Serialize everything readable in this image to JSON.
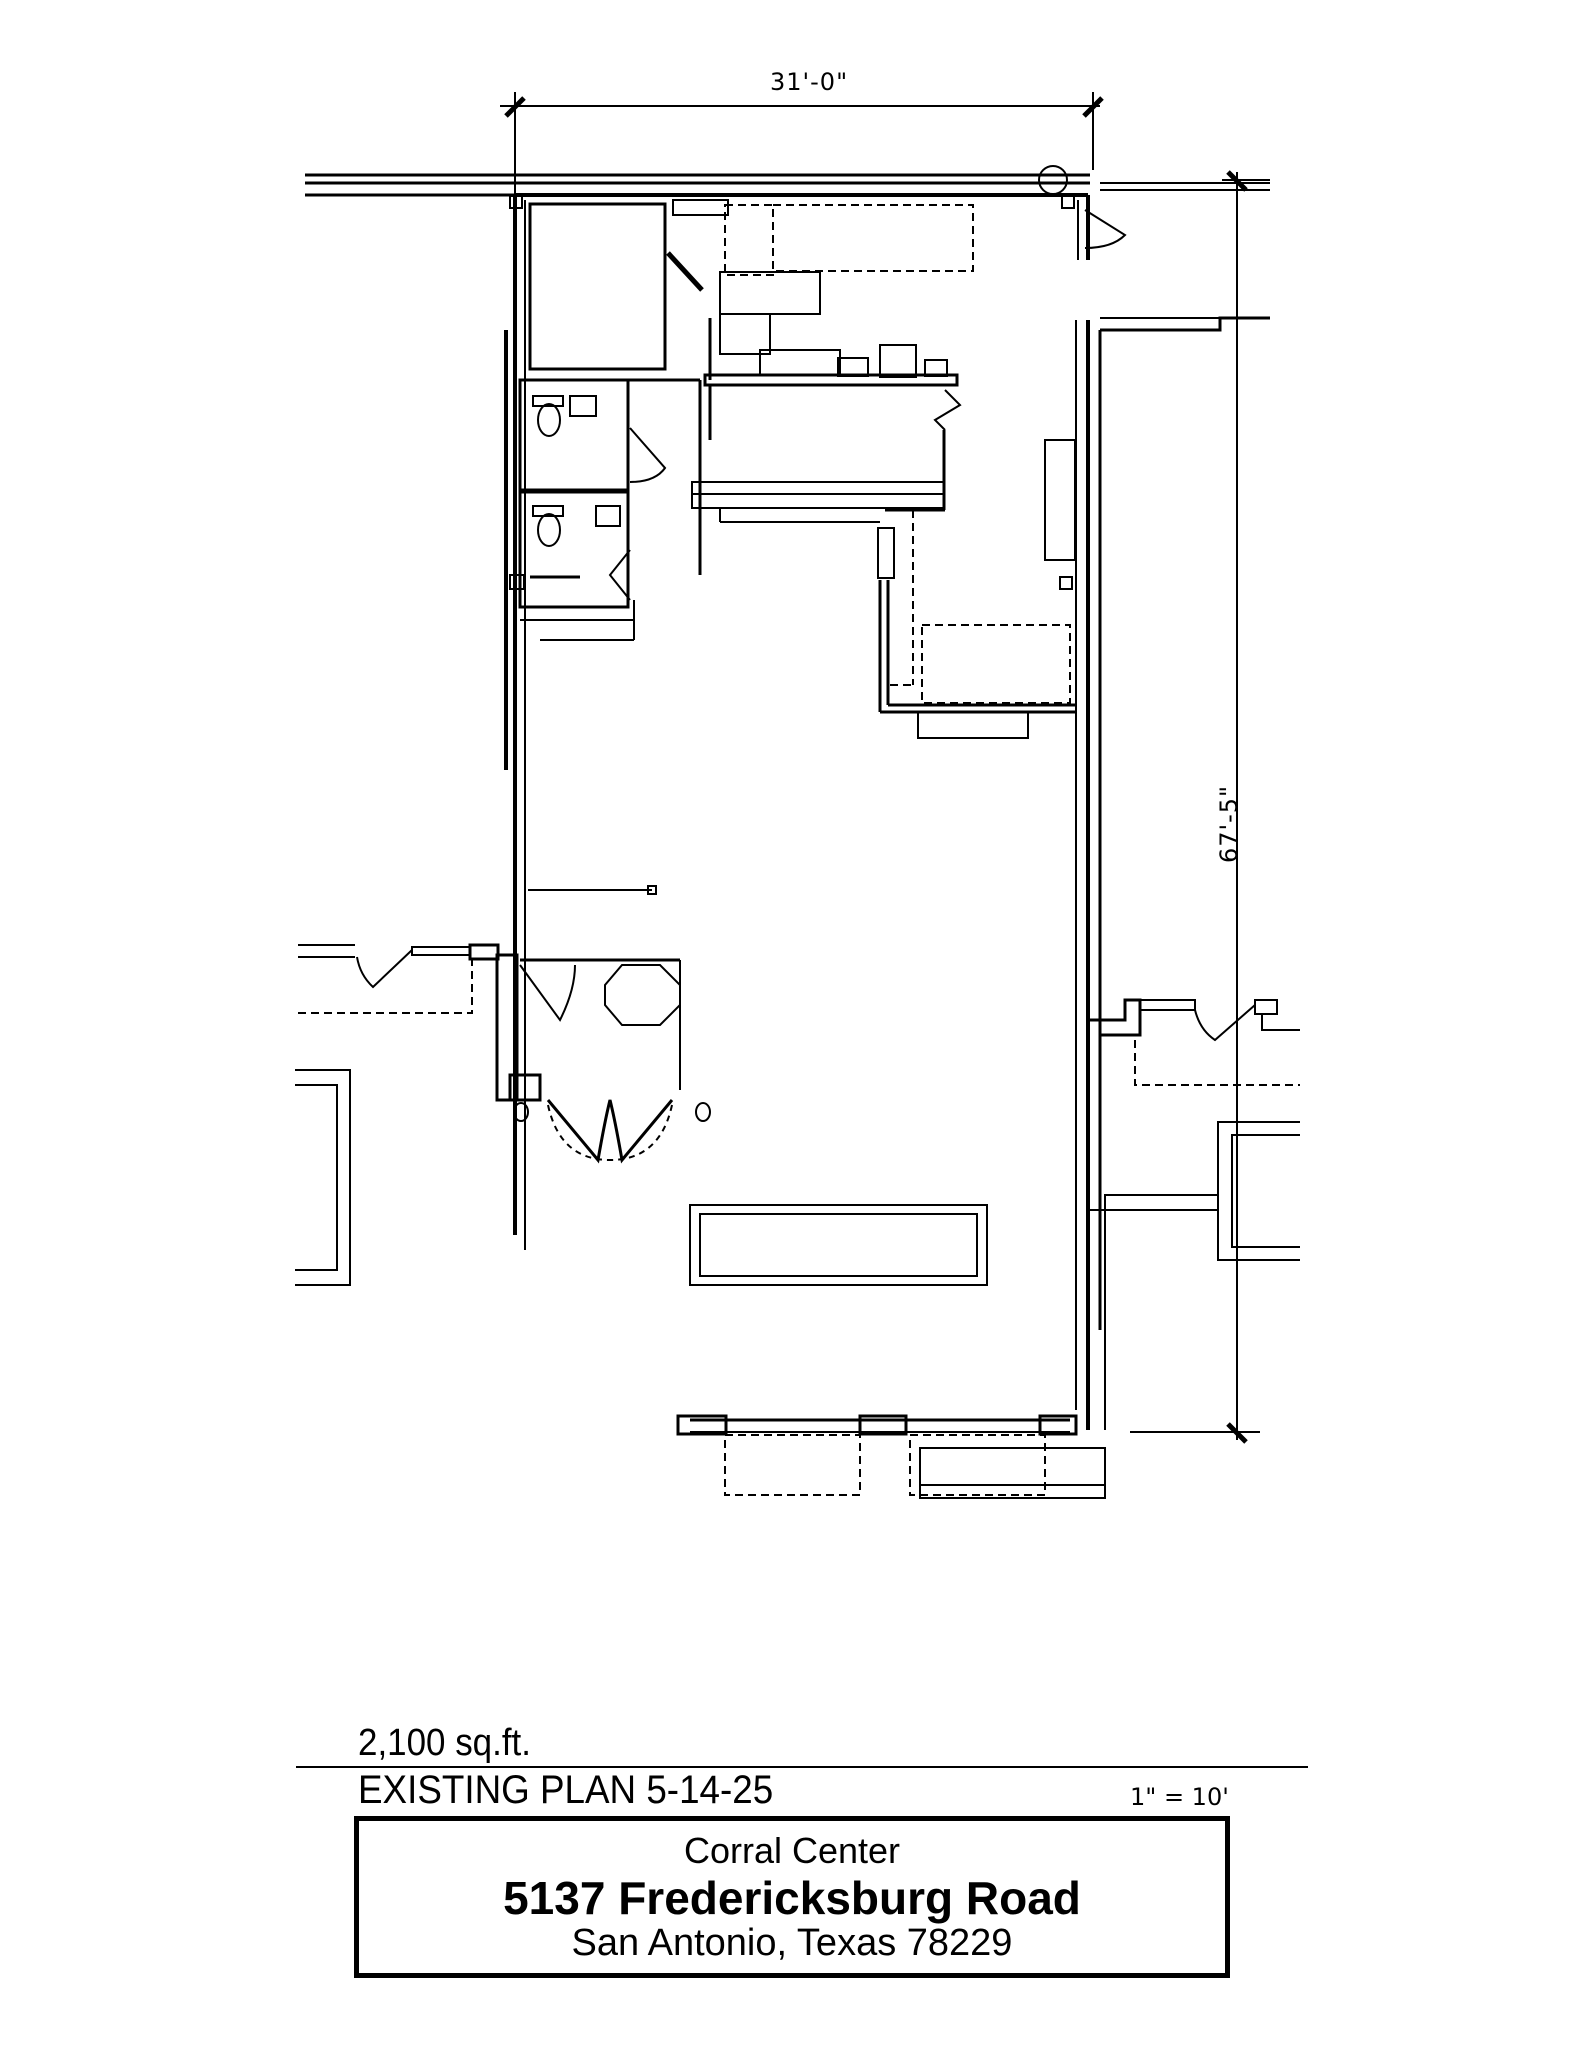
{
  "drawing": {
    "type": "floor-plan",
    "dimensions": {
      "width_label": "31'-0\"",
      "depth_label": "67'-5\""
    },
    "area_label": "2,100 sq.ft.",
    "plan_title": "EXISTING PLAN 5-14-25",
    "scale_label": "1\" = 10'"
  },
  "title_block": {
    "name": "Corral Center",
    "address": "5137  Fredericksburg Road",
    "city_state_zip": "San Antonio, Texas 78229"
  },
  "colors": {
    "line": "#000000",
    "background": "#ffffff"
  }
}
